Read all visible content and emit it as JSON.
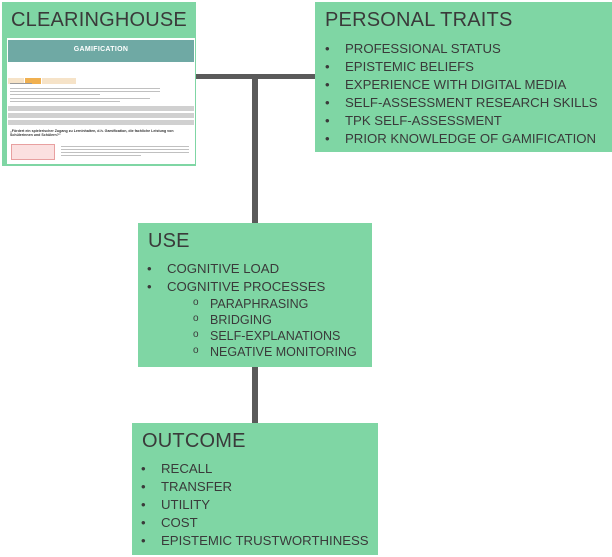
{
  "clearinghouse": {
    "title": "CLEARINGHOUSE",
    "thumbnail": {
      "banner_title": "GAMIFICATION",
      "question": "„Fördert ein spielerischer Zugang zu Lerninhalten, d.h. Gamification, die fachliche Leistung von Schülerinnen und Schülern?“"
    }
  },
  "personal_traits": {
    "title": "PERSONAL TRAITS",
    "items": [
      "PROFESSIONAL STATUS",
      "EPISTEMIC BELIEFS",
      "EXPERIENCE WITH DIGITAL MEDIA",
      "SELF-ASSESSMENT RESEARCH SKILLS",
      "TPK SELF-ASSESSMENT",
      "PRIOR KNOWLEDGE OF GAMIFICATION"
    ]
  },
  "use": {
    "title": "USE",
    "items": [
      "COGNITIVE LOAD",
      "COGNITIVE PROCESSES"
    ],
    "subitems": [
      "PARAPHRASING",
      "BRIDGING",
      "SELF-EXPLANATIONS",
      "NEGATIVE  MONITORING"
    ]
  },
  "outcome": {
    "title": "OUTCOME",
    "items": [
      "RECALL",
      "TRANSFER",
      "UTILITY",
      "COST",
      "EPISTEMIC TRUSTWORTHINESS"
    ]
  }
}
